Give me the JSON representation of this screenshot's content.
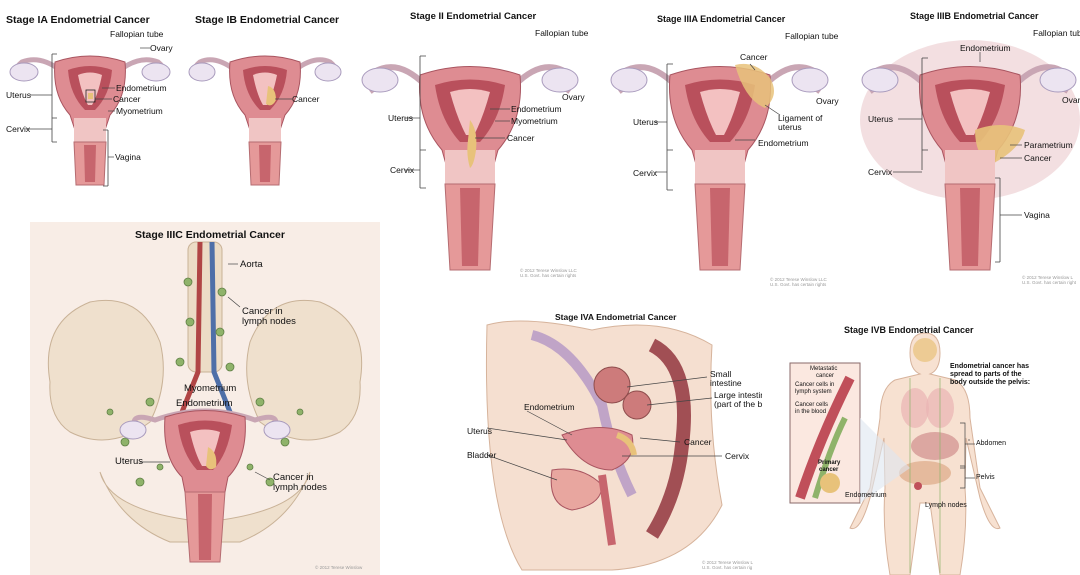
{
  "panels": {
    "ia": {
      "title": "Stage IA Endometrial Cancer",
      "labels": {
        "fallopian": "Fallopian tube",
        "ovary": "Ovary",
        "endometrium": "Endometrium",
        "uterus": "Uterus",
        "cancer": "Cancer",
        "myometrium": "Myometrium",
        "cervix": "Cervix",
        "vagina": "Vagina"
      }
    },
    "ib": {
      "title": "Stage IB Endometrial Cancer",
      "labels": {
        "cancer": "Cancer"
      }
    },
    "ii": {
      "title": "Stage II Endometrial Cancer",
      "labels": {
        "fallopian": "Fallopian tube",
        "ovary": "Ovary",
        "uterus": "Uterus",
        "endometrium": "Endometrium",
        "myometrium": "Myometrium",
        "cancer": "Cancer",
        "cervix": "Cervix"
      },
      "copyright": "© 2012 Terese Winslow LLC",
      "copyright2": "U.S. Govt. has certain rights"
    },
    "iiia": {
      "title": "Stage IIIA Endometrial Cancer",
      "labels": {
        "cancer": "Cancer",
        "fallopian": "Fallopian tube",
        "ovary": "Ovary",
        "uterus": "Uterus",
        "ligament": "Ligament of",
        "ligament2": "uterus",
        "endometrium": "Endometrium",
        "cervix": "Cervix"
      },
      "copyright": "© 2012 Terese Winslow LLC",
      "copyright2": "U.S. Govt. has certain rights"
    },
    "iiib": {
      "title": "Stage IIIB Endometrial Cancer",
      "labels": {
        "endometrium": "Endometrium",
        "fallopian": "Fallopian tube",
        "ovary": "Ovar",
        "uterus": "Uterus",
        "parametrium": "Parametrium",
        "cancer": "Cancer",
        "cervix": "Cervix",
        "vagina": "Vagina"
      },
      "copyright": "© 2012 Terese Winslow L",
      "copyright2": "U.S. Govt. has certain right"
    },
    "iiic": {
      "title": "Stage IIIC Endometrial Cancer",
      "labels": {
        "aorta": "Aorta",
        "cancer_ln": "Cancer in",
        "cancer_ln2": "lymph nodes",
        "myometrium": "Myometrium",
        "endometrium": "Endometrium",
        "uterus": "Uterus",
        "cancer_ln_b": "Cancer in",
        "cancer_ln_b2": "lymph nodes"
      },
      "copyright": "© 2012 Terese Winslow"
    },
    "iva": {
      "title": "Stage IVA Endometrial Cancer",
      "labels": {
        "small": "Small",
        "small2": "intestine",
        "large": "Large intestin",
        "large2": "(part of the bo",
        "endometrium": "Endometrium",
        "uterus": "Uterus",
        "cancer": "Cancer",
        "bladder": "Bladder",
        "cervix": "Cervix"
      },
      "copyright": "© 2012 Terese Winslow L",
      "copyright2": "U.S. Govt. has certain rig"
    },
    "ivb": {
      "title": "Stage IVB Endometrial Cancer",
      "labels": {
        "metastatic": "Metastatic",
        "metastatic2": "cancer",
        "lymphsys": "Cancer cells in",
        "lymphsys2": "lymph system",
        "blood": "Cancer cells",
        "blood2": "in the blood",
        "primary": "Primary",
        "primary2": "cancer",
        "spread1": "Endometrial cancer has",
        "spread2": "spread to parts of the",
        "spread3": "body outside the pelvis:",
        "abdomen": "Abdomen",
        "pelvis": "Pelvis",
        "endometrium": "Endometrium",
        "lymph": "Lymph nodes"
      }
    }
  },
  "colors": {
    "uterus": "#d97b82",
    "uterus_light": "#f2b8b8",
    "endometrium": "#b84a55",
    "cancer": "#e8c27a",
    "ovary": "#e9e2f0",
    "tube": "#cfd6ea",
    "lymph": "#8fb36a",
    "skin": "#f3d8c6"
  }
}
